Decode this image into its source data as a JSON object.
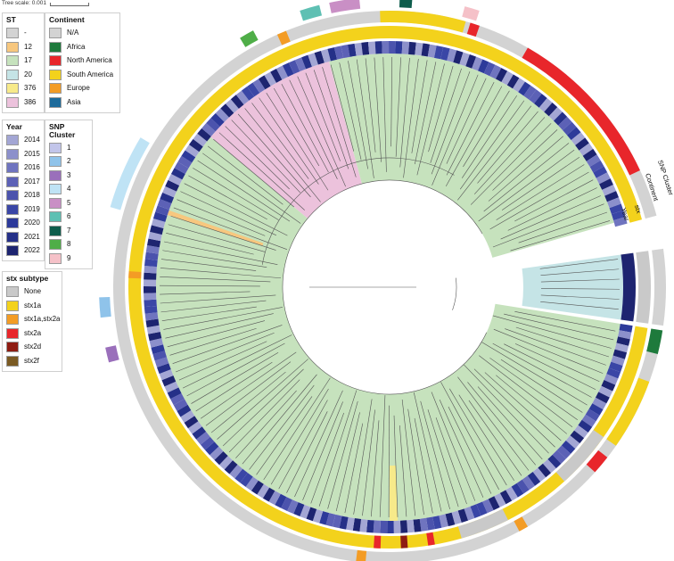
{
  "tree_scale": {
    "label": "Tree scale: 0.001"
  },
  "ring_labels": {
    "year": "Year",
    "stx": "stx",
    "continent": "Continent",
    "snp": "SNP Cluster"
  },
  "legends": {
    "st": {
      "title": "ST",
      "items": [
        {
          "label": "-",
          "color": "#d3d3d3"
        },
        {
          "label": "12",
          "color": "#f7c77e"
        },
        {
          "label": "17",
          "color": "#c6e2bd"
        },
        {
          "label": "20",
          "color": "#c5e4e6"
        },
        {
          "label": "376",
          "color": "#f7ea8a"
        },
        {
          "label": "386",
          "color": "#ecc2dc"
        }
      ]
    },
    "continent": {
      "title": "Continent",
      "items": [
        {
          "label": "N/A",
          "color": "#d3d3d3"
        },
        {
          "label": "Africa",
          "color": "#1e7a3c"
        },
        {
          "label": "North America",
          "color": "#e8262b"
        },
        {
          "label": "South America",
          "color": "#f3d21c"
        },
        {
          "label": "Europe",
          "color": "#f39c25"
        },
        {
          "label": "Asia",
          "color": "#1d6b9b"
        }
      ]
    },
    "year": {
      "title": "Year",
      "items": [
        {
          "label": "2014",
          "color": "#a3a6d4"
        },
        {
          "label": "2015",
          "color": "#8c90cb"
        },
        {
          "label": "2016",
          "color": "#6f74bf"
        },
        {
          "label": "2017",
          "color": "#5c61b6"
        },
        {
          "label": "2018",
          "color": "#4b53ad"
        },
        {
          "label": "2019",
          "color": "#3a46a6"
        },
        {
          "label": "2020",
          "color": "#2d3a9a"
        },
        {
          "label": "2021",
          "color": "#253088"
        },
        {
          "label": "2022",
          "color": "#1d2470"
        }
      ]
    },
    "snp": {
      "title": "SNP Cluster",
      "items": [
        {
          "label": "1",
          "color": "#c2c5ea"
        },
        {
          "label": "2",
          "color": "#8fc3ea"
        },
        {
          "label": "3",
          "color": "#9a6fbb"
        },
        {
          "label": "4",
          "color": "#bfe3f5"
        },
        {
          "label": "5",
          "color": "#c98fc5"
        },
        {
          "label": "6",
          "color": "#5ec0b3"
        },
        {
          "label": "7",
          "color": "#0e5d4c"
        },
        {
          "label": "8",
          "color": "#4fae48"
        },
        {
          "label": "9",
          "color": "#f5c1c8"
        }
      ]
    },
    "stx": {
      "title": "stx subtype",
      "items": [
        {
          "label": "None",
          "color": "#c9c9c9"
        },
        {
          "label": "stx1a",
          "color": "#f3d21c"
        },
        {
          "label": "stx1a,stx2a",
          "color": "#f39c25"
        },
        {
          "label": "stx2a",
          "color": "#e8262b"
        },
        {
          "label": "stx2d",
          "color": "#8e1c12"
        },
        {
          "label": "stx2f",
          "color": "#7a5a23"
        }
      ]
    }
  }
}
